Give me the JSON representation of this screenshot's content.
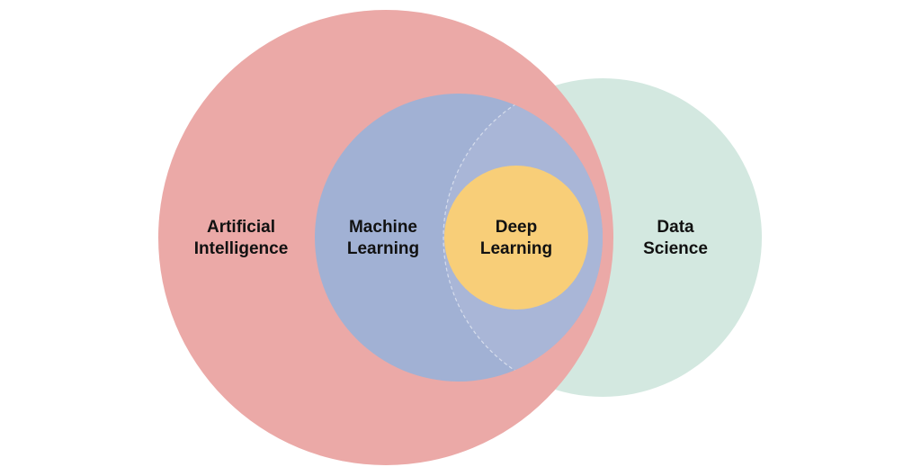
{
  "diagram": {
    "sets": [
      {
        "id": "ai",
        "line1": "Artificial",
        "line2": "Intelligence",
        "color": "#eba9a7"
      },
      {
        "id": "ds",
        "line1": "Data",
        "line2": "Science",
        "color": "#d3e8e0"
      },
      {
        "id": "ml",
        "line1": "Machine",
        "line2": "Learning",
        "color": "#a1b1d4"
      },
      {
        "id": "dl",
        "line1": "Deep",
        "line2": "Learning",
        "color": "#f8ce78"
      }
    ],
    "overlap_color": "#a9b6d7"
  }
}
